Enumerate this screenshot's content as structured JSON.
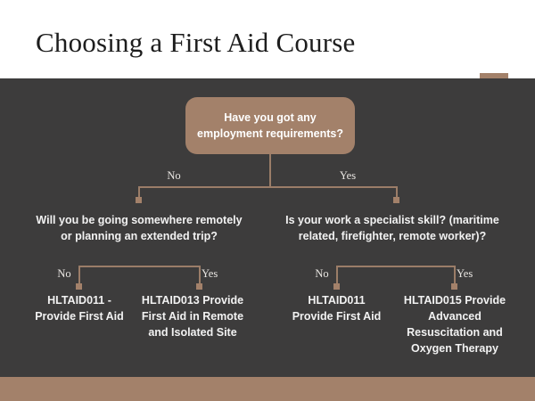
{
  "slide": {
    "title": "Choosing a First Aid Course",
    "colors": {
      "background": "#ffffff",
      "panel": "#3d3c3c",
      "accent": "#a3816a",
      "connector": "#9b7d68",
      "text_light": "#f2f2f2",
      "title_text": "#1d1d1d"
    }
  },
  "diagram": {
    "root": {
      "text": "Have you got any employment requirements?"
    },
    "root_edges": {
      "left": "No",
      "right": "Yes"
    },
    "left_branch": {
      "question": "Will you be going somewhere remotely or planning an extended trip?",
      "edges": {
        "left": "No",
        "right": "Yes"
      },
      "outcomes": [
        "HLTAID011 - Provide First Aid",
        "HLTAID013 Provide First Aid in Remote and Isolated Site"
      ]
    },
    "right_branch": {
      "question": "Is your work a specialist skill? (maritime related, firefighter, remote worker)?",
      "edges": {
        "left": "No",
        "right": "Yes"
      },
      "outcomes": [
        "HLTAID011 Provide First Aid",
        "HLTAID015 Provide Advanced Resuscitation and Oxygen Therapy"
      ]
    }
  }
}
